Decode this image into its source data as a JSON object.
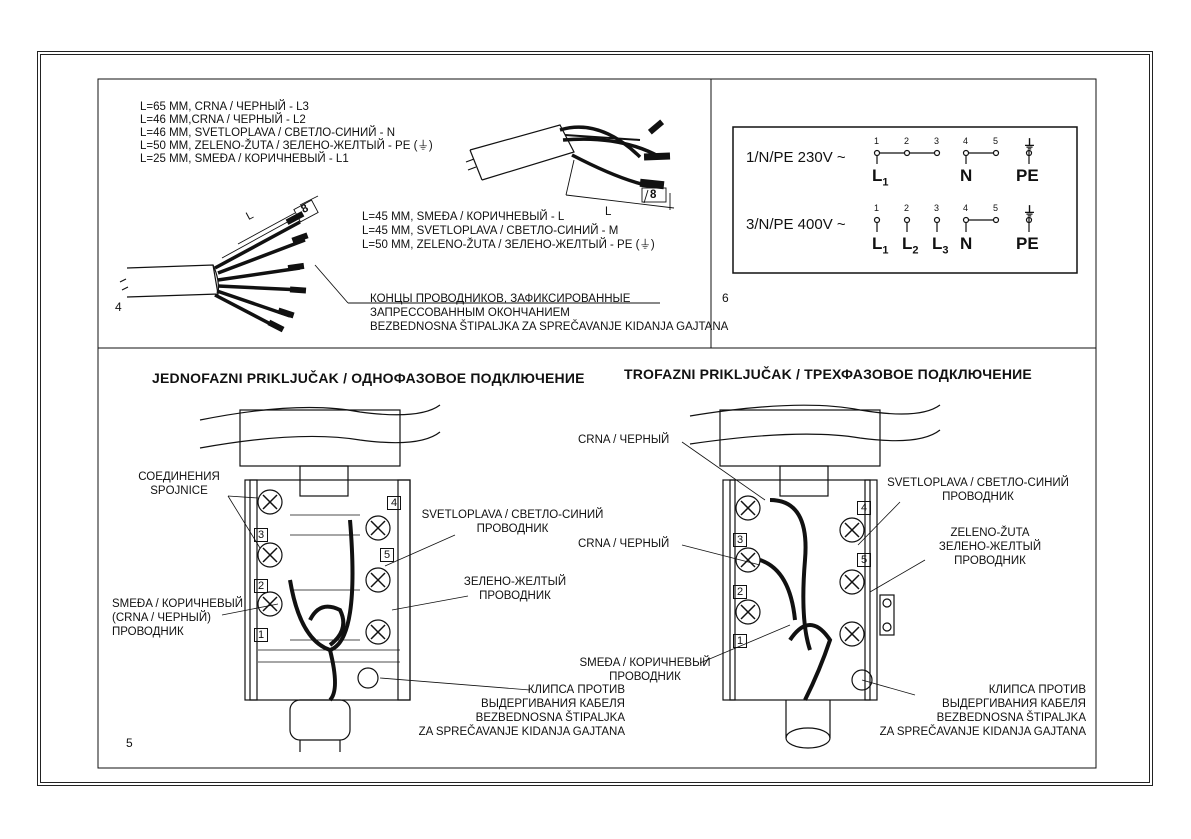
{
  "panel4": {
    "spec_lines": [
      "L=65 MM, CRNA / ЧЕРНЫЙ -  L3",
      "L=46 MM,CRNA /  ЧЕРНЫЙ - L2",
      "L=46 MM, SVETLOPLAVA / СВЕТЛО-СИНИЙ - N",
      "L=50 MM, ZELENO-ŽUTA / ЗЕЛЕНО-ЖЕЛТЫЙ - PE (⏚)",
      "L=25 MM, SMEĐA / КОРИЧНЕВЫЙ - L1"
    ],
    "spec_lines_2": [
      "L=45 MM,  SMEĐA / КОРИЧНЕВЫЙ - L",
      "L=45 MM, SVETLOPLAVA / СВЕТЛО-СИНИЙ - M",
      "L=50 MM, ZELENO-ŽUTA / ЗЕЛЕНО-ЖЕЛТЫЙ - PE (⏚)"
    ],
    "dim_L": "L",
    "dim_8": "8",
    "crimp_lines": [
      "КОНЦЫ ПРОВОДНИКОВ, ЗАФИКСИРОВАННЫЕ",
      "ЗАПРЕССОВАННЫМ ОКОНЧАНИЕМ",
      "BEZBEDNOSNA ŠTIPALJKA ZA SPREČAVANJE KIDANJA GAJTANA"
    ],
    "figure_number": "4"
  },
  "panel6": {
    "figure_number": "6",
    "rows": [
      {
        "system": "1/N/PE  230V ~",
        "terminals": [
          "1",
          "2",
          "3",
          "4",
          "5"
        ],
        "labels": [
          "L",
          "N",
          "PE"
        ],
        "subs": [
          "1"
        ]
      },
      {
        "system": "3/N/PE  400V ~",
        "terminals": [
          "1",
          "2",
          "3",
          "4",
          "5"
        ],
        "labels": [
          "L",
          "L",
          "L",
          "N",
          "PE"
        ],
        "subs": [
          "1",
          "2",
          "3"
        ]
      }
    ],
    "earth_symbol": "⏚"
  },
  "panel5": {
    "figure_number": "5",
    "left": {
      "title": "JEDNOFAZNI PRIKLJUČAK / ОДНОФАЗОВОЕ ПОДКЛЮЧЕНИЕ",
      "connections": [
        "СОЕДИНЕНИЯ",
        "SPOJNICE"
      ],
      "blue": [
        "SVETLOPLAVA / СВЕТЛО-СИНИЙ",
        "ПРОВОДНИК"
      ],
      "greenyellow": [
        "ЗЕЛЕНО-ЖЕЛТЫЙ",
        "ПРОВОДНИК"
      ],
      "brown": [
        "SMEĐA / КОРИЧНЕВЫЙ",
        "(CRNA / ЧЕРНЫЙ)",
        "ПРОВОДНИК"
      ],
      "clamp": [
        "КЛИПСА ПРОТИВ",
        "ВЫДЕРГИВАНИЯ КАБЕЛЯ",
        "BEZBEDNOSNA ŠTIPALJKA",
        "ZA SPREČAVANJE KIDANJA GAJTANA"
      ],
      "terminal_numbers": [
        "4",
        "3",
        "5",
        "2",
        "1"
      ]
    },
    "right": {
      "title": "TROFAZNI PRIKLJUČAK / ТРЕХФАЗОВОЕ ПОДКЛЮЧЕНИЕ",
      "black1": "CRNA / ЧЕРНЫЙ",
      "black2": "CRNA / ЧЕРНЫЙ",
      "blue": [
        "SVETLOPLAVA / СВЕТЛО-СИНИЙ",
        "ПРОВОДНИК"
      ],
      "greenyellow": [
        "ZELENO-ŽUTA",
        "ЗЕЛЕНО-ЖЕЛТЫЙ",
        "ПРОВОДНИК"
      ],
      "brown": [
        "SMEĐA / КОРИЧНЕВЫЙ",
        "ПРОВОДНИК"
      ],
      "clamp": [
        "КЛИПСА ПРОТИВ",
        "ВЫДЕРГИВАНИЯ КАБЕЛЯ",
        "BEZBEDNOSNA ŠTIPALJKA",
        "ZA SPREČAVANJE KIDANJA GAJTANA"
      ],
      "terminal_numbers": [
        "4",
        "3",
        "5",
        "2",
        "1"
      ]
    }
  }
}
